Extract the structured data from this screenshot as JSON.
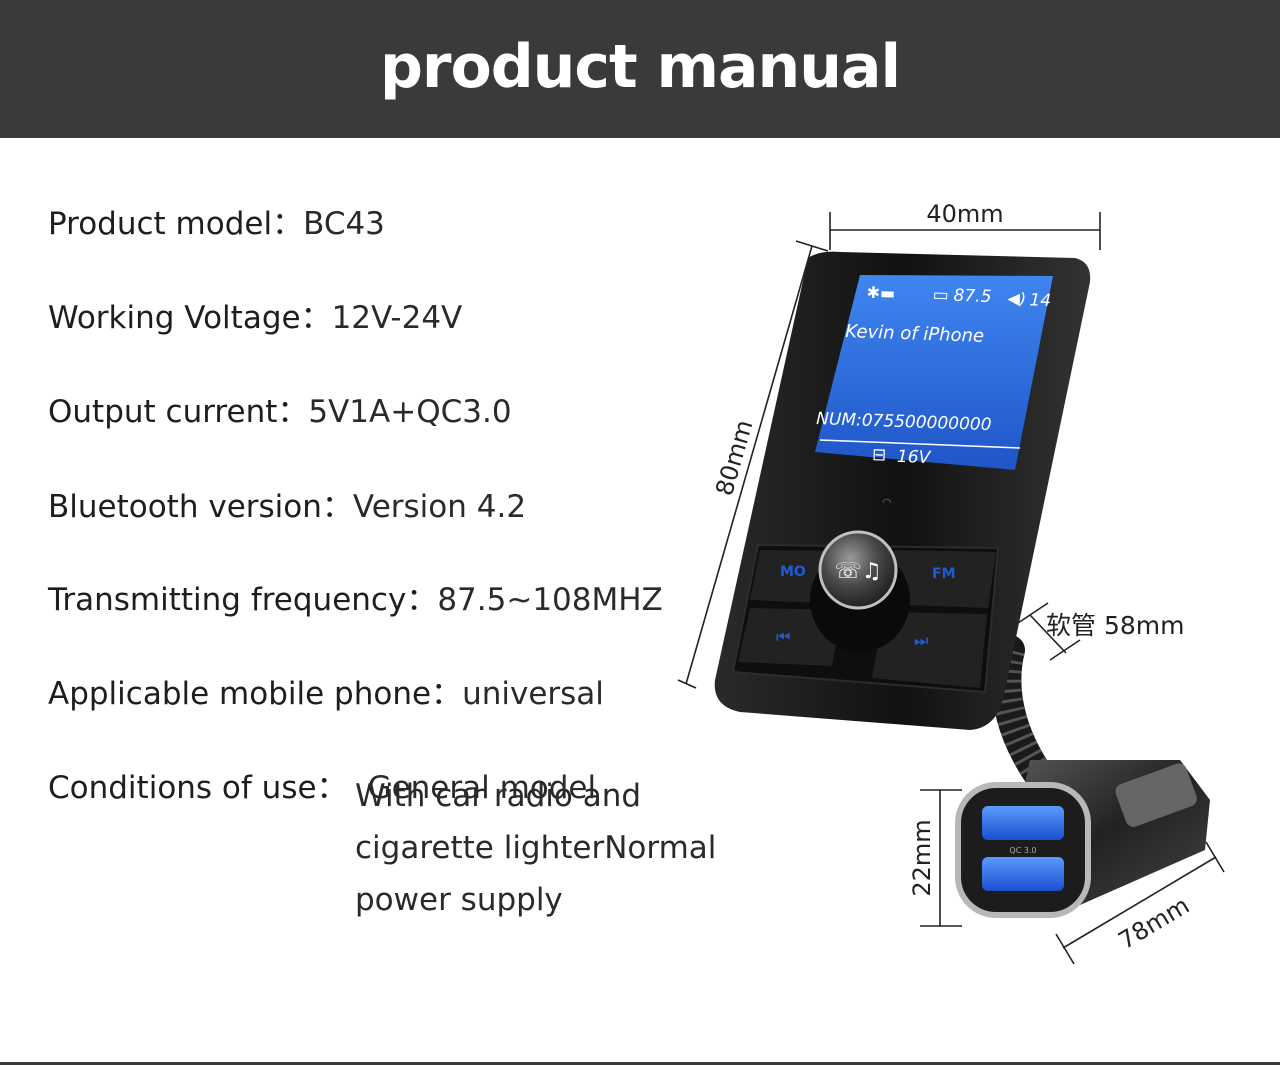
{
  "header": {
    "title": "product manual"
  },
  "specs": [
    {
      "label": "Product model：",
      "value": "BC43"
    },
    {
      "label": "Working Voltage：",
      "value": "12V-24V"
    },
    {
      "label": "Output current：",
      "value": "5V1A+QC3.0"
    },
    {
      "label": "Bluetooth version：",
      "value": "Version 4.2"
    },
    {
      "label": "Transmitting frequency：",
      "value": "87.5~108MHZ"
    },
    {
      "label": "Applicable mobile phone：",
      "value": "universal"
    },
    {
      "label": "Conditions of use：",
      "value": "General model"
    }
  ],
  "conditions_lines": [
    "With car radio and",
    "cigarette lighterNormal",
    "power supply"
  ],
  "dimensions": {
    "width": "40mm",
    "height": "80mm",
    "hose": "软管 58mm",
    "plug_height": "22mm",
    "plug_length": "78mm"
  },
  "lcd": {
    "frequency": "87.5",
    "volume": "14",
    "device_name": "Kevin of  iPhone",
    "number": "NUM:075500000000",
    "voltage": "16V"
  },
  "buttons": {
    "mode": "MO",
    "fm": "FM",
    "prev": "⏮",
    "next": "⏭",
    "knob": "☏♫"
  },
  "usb": {
    "qc": "QC 3.0"
  },
  "colors": {
    "header_bg": "#3a3a3a",
    "lcd_blue": "#2f6ee0",
    "button_blue": "#1e5bd6"
  }
}
